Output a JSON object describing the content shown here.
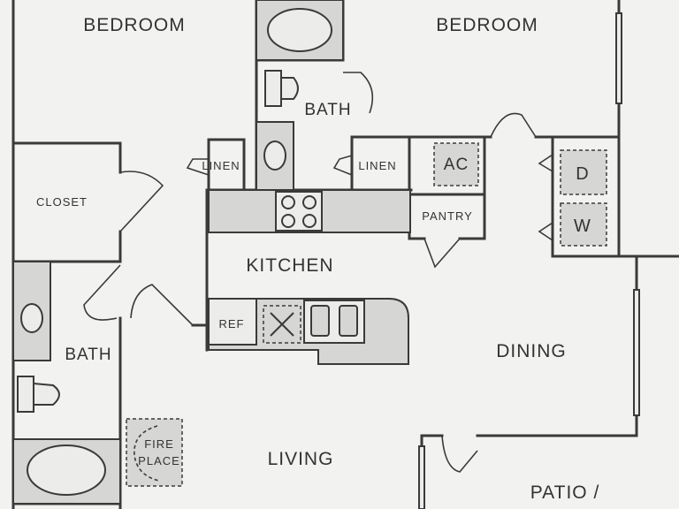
{
  "rooms": {
    "bedroom_left": "BEDROOM",
    "bedroom_right": "BEDROOM",
    "bath_top": "BATH",
    "bath_left": "BATH",
    "closet": "CLOSET",
    "linen_left": "LINEN",
    "linen_right": "LINEN",
    "ac": "AC",
    "pantry": "PANTRY",
    "kitchen": "KITCHEN",
    "ref": "REF",
    "dining": "DINING",
    "living": "LIVING",
    "fireplace_line1": "FIRE",
    "fireplace_line2": "PLACE",
    "patio": "PATIO /",
    "dryer": "D",
    "washer": "W"
  }
}
